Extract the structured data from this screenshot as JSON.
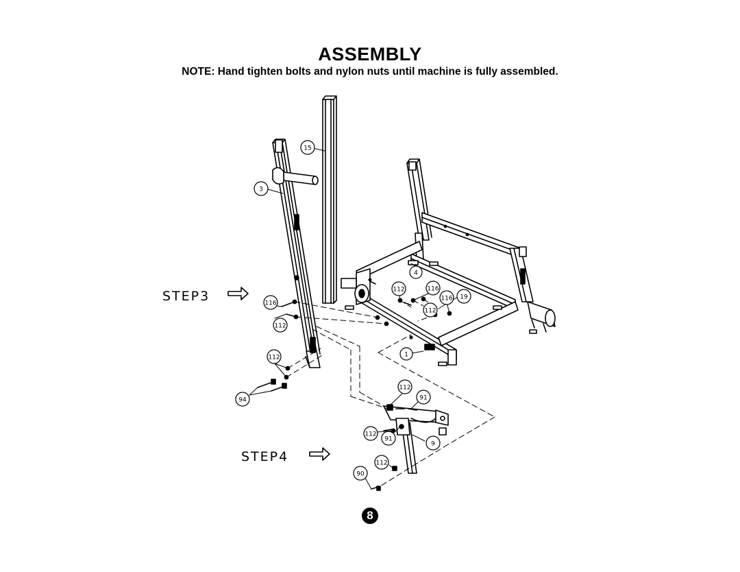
{
  "header": {
    "title": "ASSEMBLY",
    "note": "NOTE:  Hand tighten bolts and nylon nuts until machine is fully assembled."
  },
  "steps": [
    {
      "label": "STEP3"
    },
    {
      "label": "STEP4"
    }
  ],
  "callouts": {
    "p15": "15",
    "p3": "3",
    "p4": "4",
    "p1": "1",
    "p19": "19",
    "p116a": "116",
    "p112a": "112",
    "p112b": "112",
    "p94": "94",
    "p112c": "112",
    "p116b": "116",
    "p116c": "116",
    "p112d": "112",
    "p112e": "112",
    "p91a": "91",
    "p112f": "112",
    "p91b": "91",
    "p9": "9",
    "p90": "90",
    "p112g": "112"
  },
  "footer": {
    "page_number": "8"
  }
}
